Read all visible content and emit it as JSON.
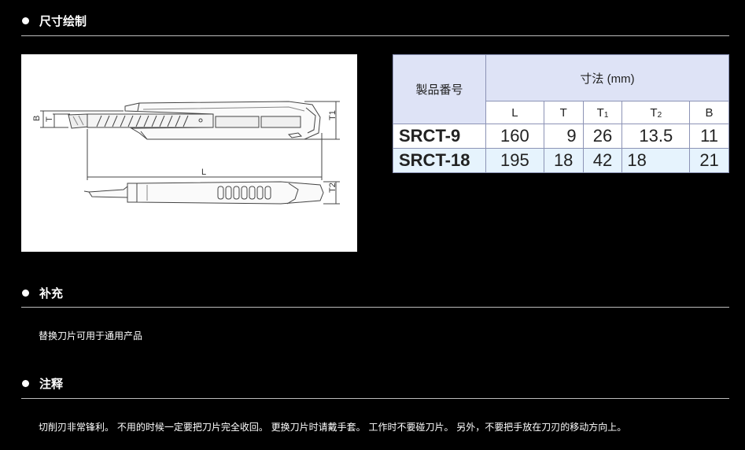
{
  "sections": {
    "dimensions": {
      "title": "尺寸绘制"
    },
    "supplement": {
      "title": "补充",
      "text": "替换刀片可用于通用产品"
    },
    "notes": {
      "title": "注释",
      "text": "切削刃非常锋利。 不用的时候一定要把刀片完全收回。 更换刀片时请戴手套。 工作时不要碰刀片。 另外，不要把手放在刀刃的移动方向上。"
    }
  },
  "diagram": {
    "labels": {
      "B": "B",
      "T": "T",
      "L": "L",
      "T1": "T1",
      "T2": "T2"
    }
  },
  "spec_table": {
    "model_header": "製品番号",
    "dim_header": "寸法 (mm)",
    "columns": [
      {
        "main": "L",
        "sub": ""
      },
      {
        "main": "T",
        "sub": ""
      },
      {
        "main": "T",
        "sub": "1"
      },
      {
        "main": "T",
        "sub": "2"
      },
      {
        "main": "B",
        "sub": ""
      }
    ],
    "rows": [
      {
        "model": "SRCT-9",
        "L": "160",
        "T": "9",
        "T1": "26",
        "T2": "13.5",
        "B": "11"
      },
      {
        "model": "SRCT-18",
        "L": "195",
        "T": "18",
        "T1": "42",
        "T2": "18",
        "B": "21"
      }
    ]
  }
}
